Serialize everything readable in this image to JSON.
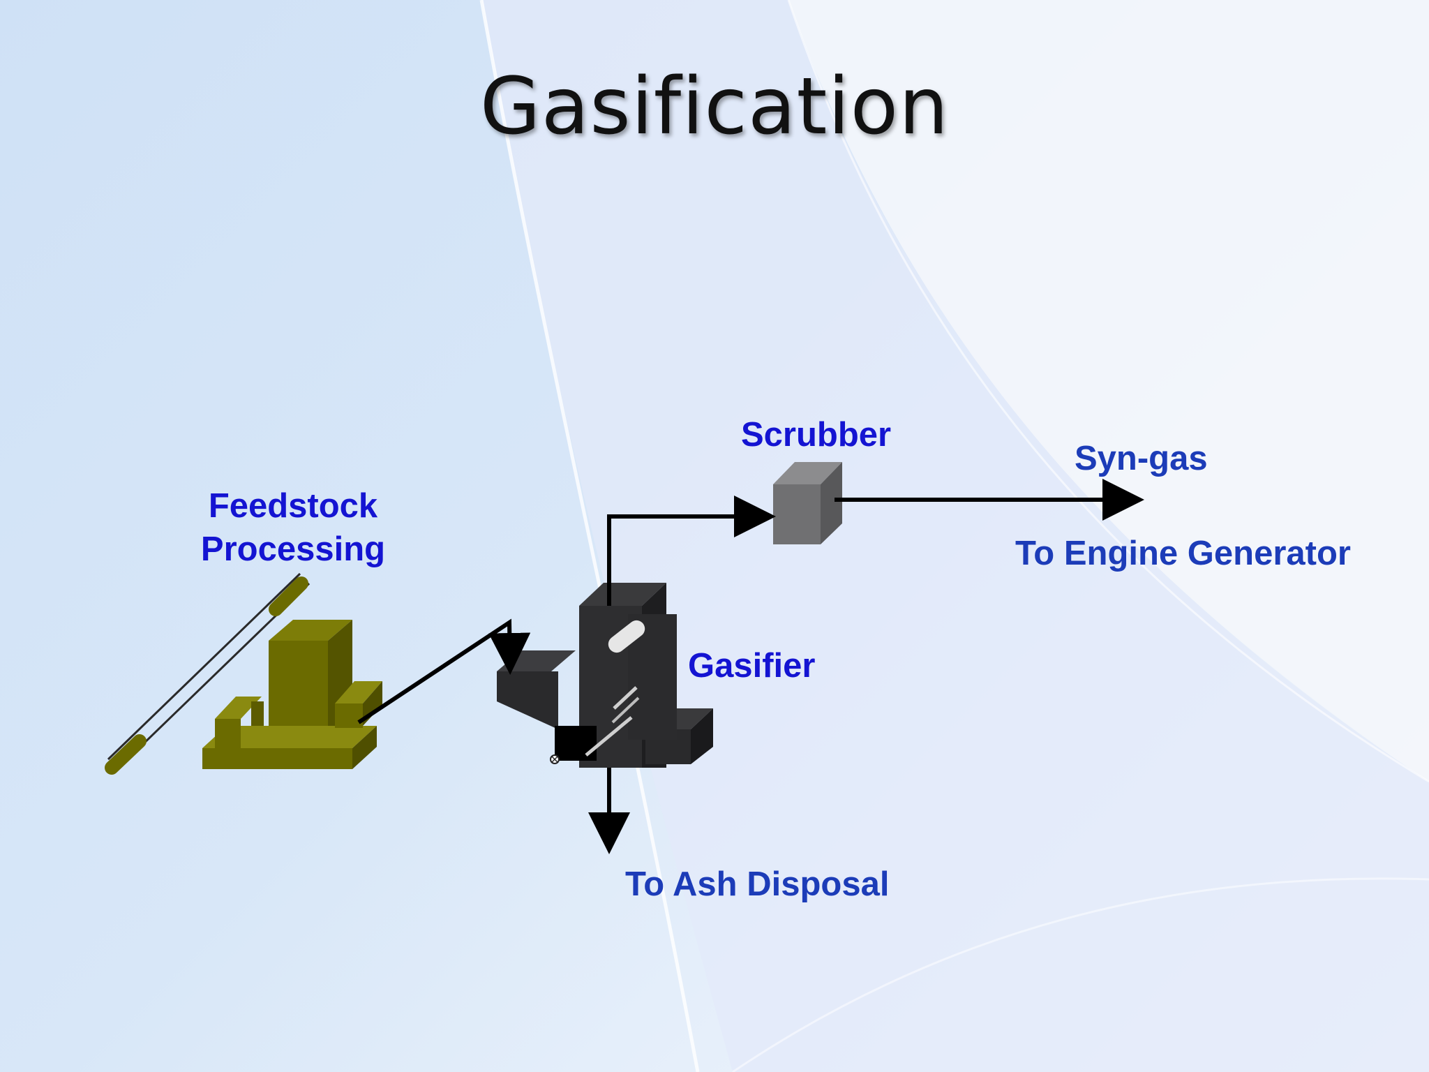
{
  "slide": {
    "title": "Gasification"
  },
  "labels": {
    "feedstock_line1": "Feedstock",
    "feedstock_line2": "Processing",
    "gasifier": "Gasifier",
    "scrubber": "Scrubber",
    "syngas": "Syn-gas",
    "engine": "To Engine Generator",
    "ash": "To Ash Disposal"
  },
  "colors": {
    "label_blue": "#1414d2",
    "label_blue_dark": "#1c3cb8",
    "equipment_olive": "#6b6b00",
    "equipment_dark": "#2e2e30",
    "scrubber_gray": "#6e6e70",
    "flow_line": "#000000"
  }
}
